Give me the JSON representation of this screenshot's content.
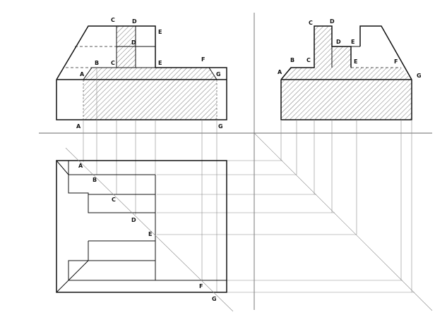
{
  "labels": {
    "front": {
      "c": "C",
      "d_top": "D",
      "d_mid": "D",
      "e_top": "E",
      "e_mid": "E",
      "b": "B",
      "c_low": "C",
      "a": "A",
      "f": "F",
      "g": "G",
      "a_base": "A",
      "g_base": "G"
    },
    "side": {
      "c_top": "C",
      "d_top": "D",
      "d": "D",
      "e": "E",
      "b": "B",
      "c_low": "C",
      "e_low": "E",
      "a": "A",
      "f": "F",
      "g": "G"
    },
    "plan": {
      "a": "A",
      "b": "B",
      "c": "C",
      "d": "D",
      "e": "E",
      "f": "F",
      "g": "G"
    }
  }
}
